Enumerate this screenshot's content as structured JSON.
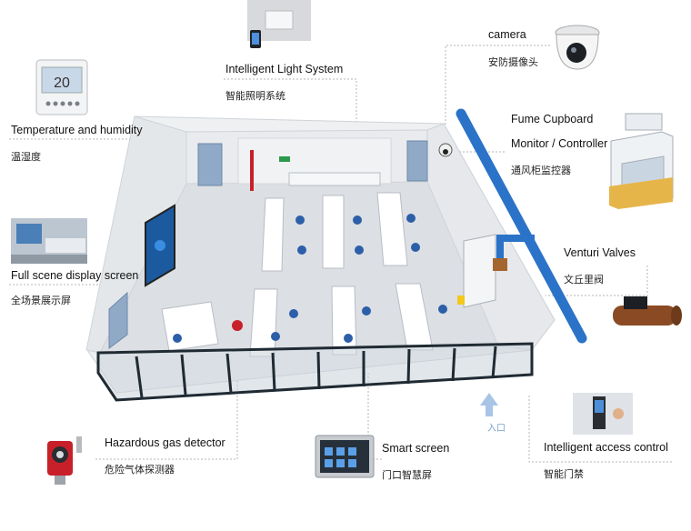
{
  "callouts": {
    "light_system": {
      "en": "Intelligent Light System",
      "cn": "智能照明系统"
    },
    "temperature": {
      "en": "Temperature and humidity",
      "cn": "温湿度"
    },
    "display_screen": {
      "en": "Full scene display screen",
      "cn": "全场景展示屏"
    },
    "gas_detector": {
      "en": "Hazardous gas detector",
      "cn": "危险气体探测器"
    },
    "smart_screen": {
      "en": "Smart screen",
      "cn": "门口智慧屏"
    },
    "access_control": {
      "en": "Intelligent access control",
      "cn": "智能门禁"
    },
    "camera": {
      "en": "camera",
      "cn": "安防摄像头"
    },
    "fume_cupboard": {
      "en_line1": "Fume Cupboard",
      "en_line2": "Monitor / Controller",
      "cn": "通风柜监控器"
    },
    "venturi": {
      "en": "Venturi Valves",
      "cn": "文丘里阀"
    }
  },
  "entrance": {
    "label": "入口"
  },
  "thermostat_display": "20",
  "colors": {
    "floor": "#dcdfe3",
    "wall": "#e9ebee",
    "door": "#8fa9c7",
    "duct": "#2a73c8",
    "glass_frame": "#1f2a33",
    "leader_line": "#b5b5b5",
    "gas_detector": "#c8202a",
    "screen_blue": "#1c5aa0"
  },
  "icons": [
    "ceiling-light-icon",
    "thermostat-icon",
    "camera-icon",
    "fume-hood-icon",
    "venturi-valve-icon",
    "gas-detector-icon",
    "smart-screen-icon",
    "access-control-icon",
    "entrance-arrow-icon"
  ]
}
